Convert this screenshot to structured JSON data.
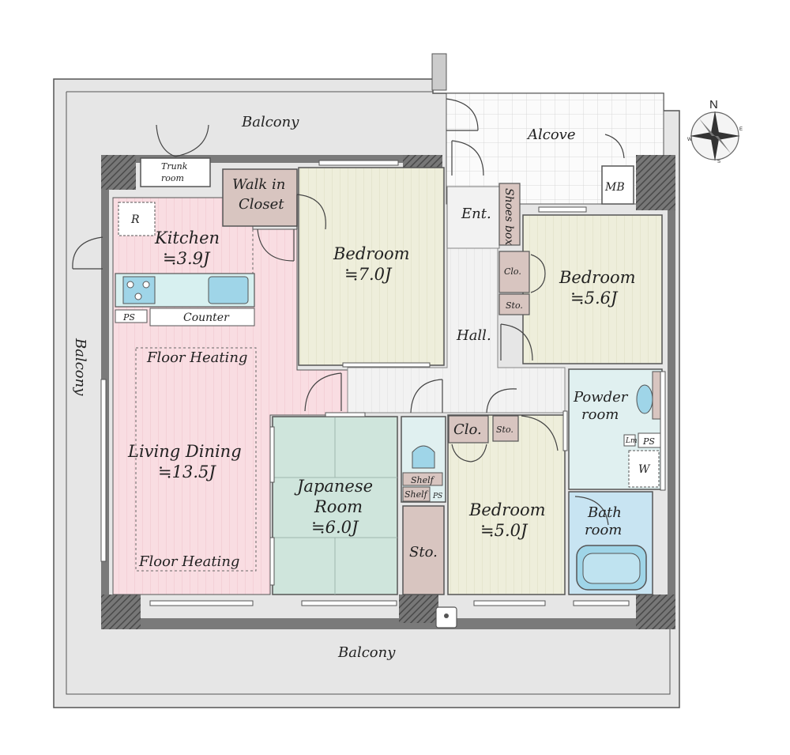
{
  "compass": {
    "north_label": "N",
    "small_labels": [
      "E",
      "W",
      "S"
    ]
  },
  "balcony": {
    "top": "Balcony",
    "left": "Balcony",
    "bottom": "Balcony"
  },
  "alcove": "Alcove",
  "mb": "MB",
  "trunk_room": [
    "Trunk",
    "room"
  ],
  "walk_in_closet": [
    "Walk in",
    "Closet"
  ],
  "kitchen": {
    "name": "Kitchen",
    "size": "≒3.9J",
    "fridge": "R",
    "counter": "Counter",
    "ps": "PS"
  },
  "living_dining": {
    "name": "Living Dining",
    "size": "≒13.5J",
    "heating_top": "Floor Heating",
    "heating_bottom": "Floor Heating"
  },
  "bedroom_north": {
    "name": "Bedroom",
    "size": "≒7.0J"
  },
  "bedroom_east": {
    "name": "Bedroom",
    "size": "≒5.6J"
  },
  "bedroom_south": {
    "name": "Bedroom",
    "size": "≒5.0J"
  },
  "japanese_room": {
    "name1": "Japanese",
    "name2": "Room",
    "size": "≒6.0J"
  },
  "entrance": "Ent.",
  "shoes_box": "Shoes box",
  "hall": "Hall.",
  "clo": "Clo.",
  "sto": "Sto.",
  "shelf": "Shelf",
  "ps": "PS",
  "powder_room": [
    "Powder",
    "room"
  ],
  "lm": "Lm",
  "w": "W",
  "bath_room": [
    "Bath",
    "room"
  ]
}
